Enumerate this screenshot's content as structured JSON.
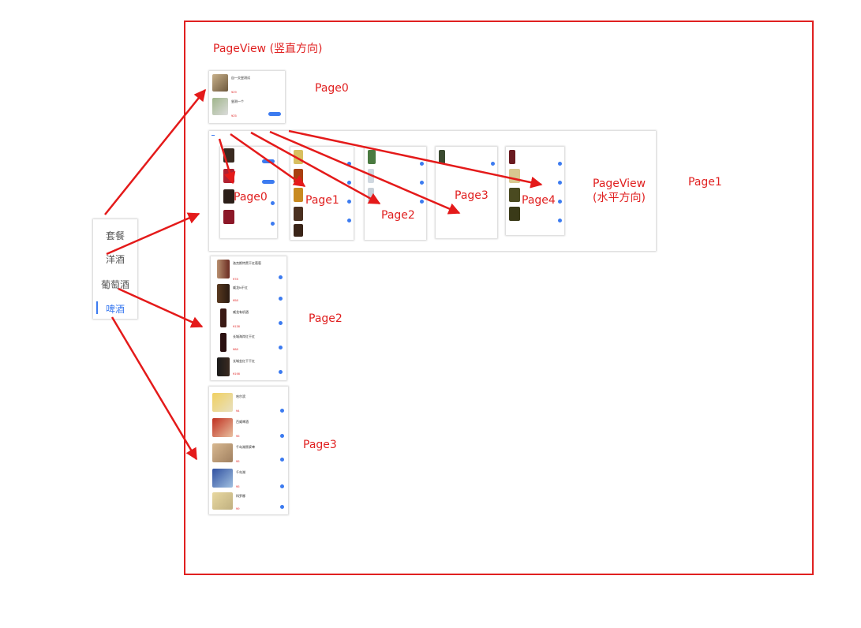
{
  "outer_label": "PageView (竖直方向)",
  "inner_label": "PageView\n(水平方向)",
  "side_nav": {
    "items": [
      {
        "label": "套餐",
        "active": false
      },
      {
        "label": "洋酒",
        "active": false
      },
      {
        "label": "葡萄酒",
        "active": false
      },
      {
        "label": "啤酒",
        "active": true
      }
    ],
    "accent_color": "#3c7bf0"
  },
  "vertical_pages": [
    "Page0",
    "Page1",
    "Page2",
    "Page3"
  ],
  "horizontal_pages": [
    "Page0",
    "Page1",
    "Page2",
    "Page3",
    "Page4"
  ],
  "page0_card": {
    "products": [
      {
        "name": "自一交尝测试",
        "price": "¥29"
      },
      {
        "name": "尝测一个",
        "price": "¥25"
      }
    ]
  },
  "page2_card": {
    "products": [
      {
        "name": "洛克斯特黑干红葡萄",
        "price": "¥78"
      },
      {
        "name": "威龙N干红",
        "price": "¥58"
      },
      {
        "name": "威龙有机酒",
        "price": "¥138"
      },
      {
        "name": "长城海岸红干红",
        "price": "¥88"
      },
      {
        "name": "长城金红干干红",
        "price": "¥198"
      }
    ]
  },
  "page3_card": {
    "products": [
      {
        "name": "哈尔滨",
        "price": "¥4"
      },
      {
        "name": "百威啤酒",
        "price": "¥5"
      },
      {
        "name": "千岛湖原浆啤",
        "price": "¥5"
      },
      {
        "name": "千岛湖",
        "price": "¥5"
      },
      {
        "name": "科罗娜",
        "price": "¥9"
      }
    ]
  },
  "colors": {
    "annotation_red": "#e02020",
    "price_red": "#e03030",
    "accent_blue": "#3c7bf0"
  }
}
